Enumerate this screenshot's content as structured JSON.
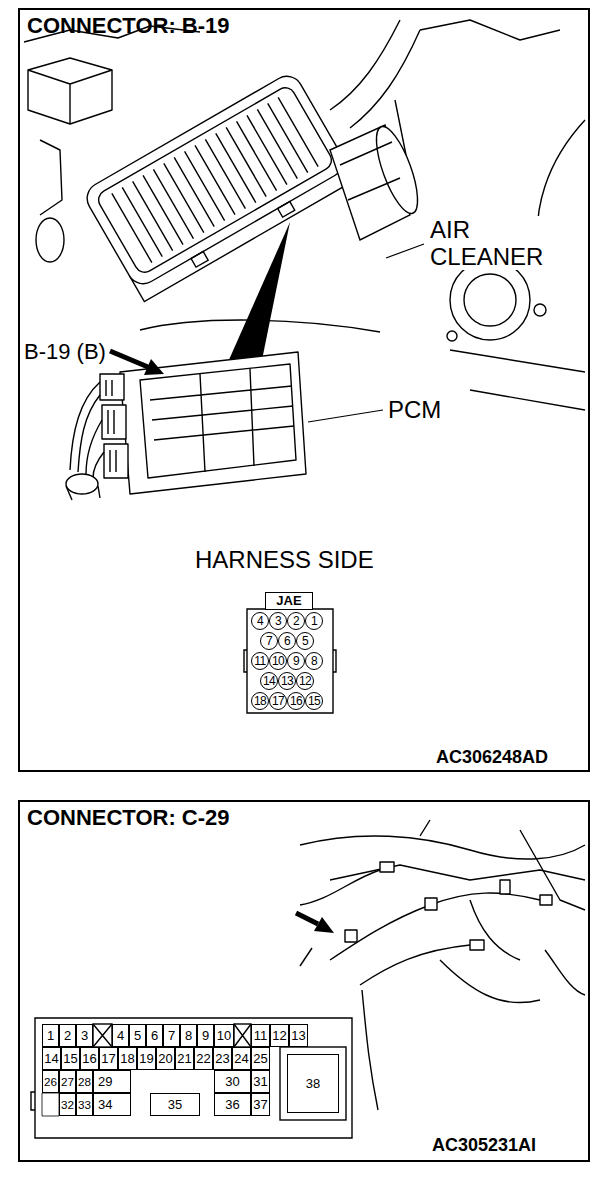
{
  "diagram": {
    "nodes": [
      {
        "text": [
          "CONNECTOR: B-19"
        ]
      },
      {
        "text": [
          "JAE"
        ],
        "in": 0
      },
      {
        "text": [
          "4"
        ],
        "in": 1
      },
      {
        "text": [
          "3"
        ],
        "in": 1
      },
      {
        "text": [
          "2"
        ],
        "in": 1
      },
      {
        "text": [
          "1"
        ],
        "in": 1
      },
      {
        "text": [
          "7"
        ],
        "in": 1
      },
      {
        "text": [
          "6"
        ],
        "in": 1
      },
      {
        "text": [
          "5"
        ],
        "in": 1
      },
      {
        "text": [
          "11"
        ],
        "in": 1
      },
      {
        "text": [
          "10"
        ],
        "in": 1
      },
      {
        "text": [
          "9"
        ],
        "in": 1
      },
      {
        "text": [
          "8"
        ],
        "in": 1
      },
      {
        "text": [
          "14"
        ],
        "in": 1
      },
      {
        "text": [
          "13"
        ],
        "in": 1
      },
      {
        "text": [
          "12"
        ],
        "in": 1
      },
      {
        "text": [
          "18"
        ],
        "in": 1
      },
      {
        "text": [
          "17"
        ],
        "in": 1
      },
      {
        "text": [
          "16"
        ],
        "in": 1
      },
      {
        "text": [
          "15"
        ],
        "in": 1
      },
      {
        "text": [
          "CONNECTOR: C-29"
        ]
      },
      {
        "text": [
          "1"
        ],
        "in": 20
      },
      {
        "text": [
          "2"
        ],
        "in": 20
      },
      {
        "text": [
          "3"
        ],
        "in": 20
      },
      {
        "text": [
          "4"
        ],
        "in": 20
      },
      {
        "text": [
          "5"
        ],
        "in": 20
      },
      {
        "text": [
          "6"
        ],
        "in": 20
      },
      {
        "text": [
          "7"
        ],
        "in": 20
      },
      {
        "text": [
          "8"
        ],
        "in": 20
      },
      {
        "text": [
          "9"
        ],
        "in": 20
      },
      {
        "text": [
          "10"
        ],
        "in": 20
      },
      {
        "text": [
          "11"
        ],
        "in": 20
      },
      {
        "text": [
          "12"
        ],
        "in": 20
      },
      {
        "text": [
          "13"
        ],
        "in": 20
      },
      {
        "text": [
          "14"
        ],
        "in": 20
      },
      {
        "text": [
          "15"
        ],
        "in": 20
      },
      {
        "text": [
          "16"
        ],
        "in": 20
      },
      {
        "text": [
          "17"
        ],
        "in": 20
      },
      {
        "text": [
          "18"
        ],
        "in": 20
      },
      {
        "text": [
          "19"
        ],
        "in": 20
      },
      {
        "text": [
          "20"
        ],
        "in": 20
      },
      {
        "text": [
          "21"
        ],
        "in": 20
      },
      {
        "text": [
          "22"
        ],
        "in": 20
      },
      {
        "text": [
          "23"
        ],
        "in": 20
      },
      {
        "text": [
          "24"
        ],
        "in": 20
      },
      {
        "text": [
          "25"
        ],
        "in": 20
      },
      {
        "text": [
          "26"
        ],
        "in": 20
      },
      {
        "text": [
          "27"
        ],
        "in": 20
      },
      {
        "text": [
          "28"
        ],
        "in": 20
      },
      {
        "text": [
          "29"
        ],
        "in": 20
      },
      {
        "text": [
          "30"
        ],
        "in": 20
      },
      {
        "text": [
          "31"
        ],
        "in": 20
      },
      {
        "text": [
          "32"
        ],
        "in": 20
      },
      {
        "text": [
          "33"
        ],
        "in": 20
      },
      {
        "text": [
          "34"
        ],
        "in": 20
      },
      {
        "text": [
          "35"
        ],
        "in": 20
      },
      {
        "text": [
          "36"
        ],
        "in": 20
      },
      {
        "text": [
          "37"
        ],
        "in": 20
      },
      {
        "text": [
          "38"
        ],
        "in": 20
      }
    ],
    "labels": [
      "AIR CLEANER",
      "B-19 (B)",
      "PCM",
      "HARNESS SIDE",
      "AC306248AD",
      "AC305231AI"
    ]
  }
}
